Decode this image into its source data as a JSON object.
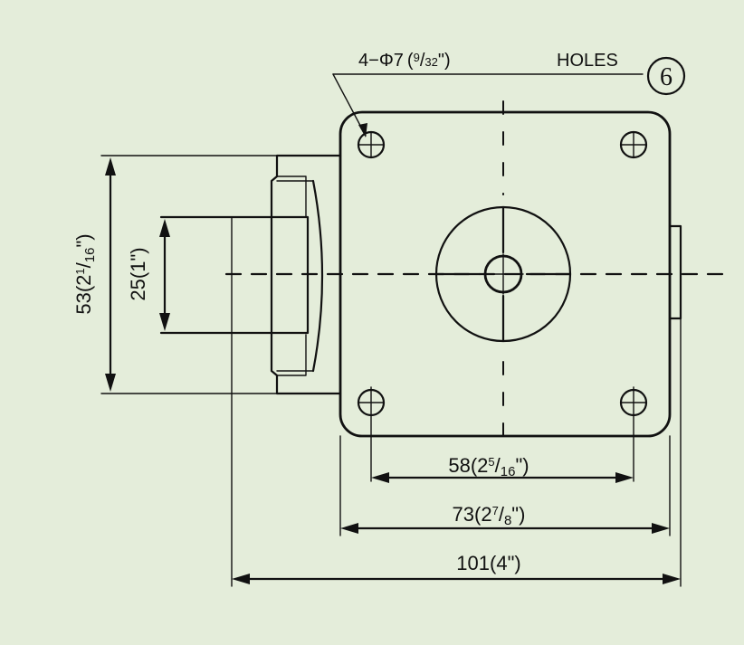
{
  "callout": {
    "count": "4−",
    "phi": "Φ7",
    "paren_open": "(",
    "frac_num": "9",
    "frac_sep": "/",
    "frac_den": "32",
    "paren_close": "\")",
    "holes": "HOLES",
    "marker": "6"
  },
  "dims": {
    "d58": {
      "main": "58(2",
      "sup": "5",
      "sep": "/",
      "sub": "16",
      "close": "\")"
    },
    "d73": {
      "main": "73(2",
      "sup": "7",
      "sep": "/",
      "sub": "8",
      "close": "\")"
    },
    "d101": {
      "text": "101(4\")"
    },
    "d53": {
      "main": "53(2",
      "sup": "1",
      "sep": "/",
      "sub": "16",
      "close": "\")"
    },
    "d25": {
      "text": "25(1\")"
    }
  },
  "colors": {
    "background": "#e4edda",
    "ink": "#111111"
  }
}
